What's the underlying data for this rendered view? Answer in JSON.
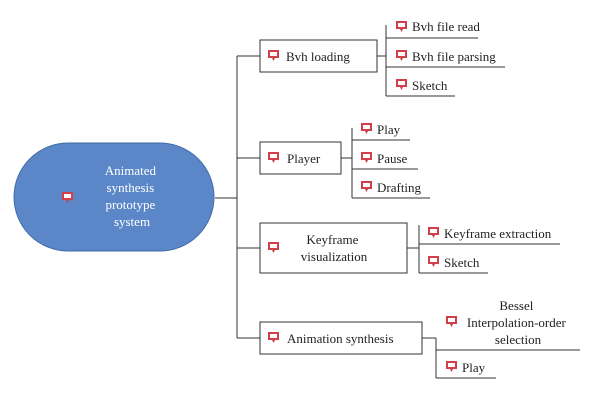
{
  "root": {
    "lines": [
      "Animated",
      "synthesis",
      "prototype",
      "system"
    ],
    "color": "#5b86c7"
  },
  "branches": [
    {
      "lines": [
        "Bvh loading"
      ],
      "children": [
        {
          "lines": [
            "Bvh file read"
          ]
        },
        {
          "lines": [
            "Bvh file parsing"
          ]
        },
        {
          "lines": [
            "Sketch"
          ]
        }
      ]
    },
    {
      "lines": [
        "Player"
      ],
      "children": [
        {
          "lines": [
            "Play"
          ]
        },
        {
          "lines": [
            "Pause"
          ]
        },
        {
          "lines": [
            "Drafting"
          ]
        }
      ]
    },
    {
      "lines": [
        "Keyframe",
        "visualization"
      ],
      "children": [
        {
          "lines": [
            "Keyframe extraction"
          ]
        },
        {
          "lines": [
            "Sketch"
          ]
        }
      ]
    },
    {
      "lines": [
        "Animation synthesis"
      ],
      "children": [
        {
          "lines": [
            "Bessel",
            "Interpolation-order",
            "selection"
          ]
        },
        {
          "lines": [
            "Play"
          ]
        }
      ]
    }
  ],
  "icon": "task-icon",
  "icon_color": "#d1404a"
}
